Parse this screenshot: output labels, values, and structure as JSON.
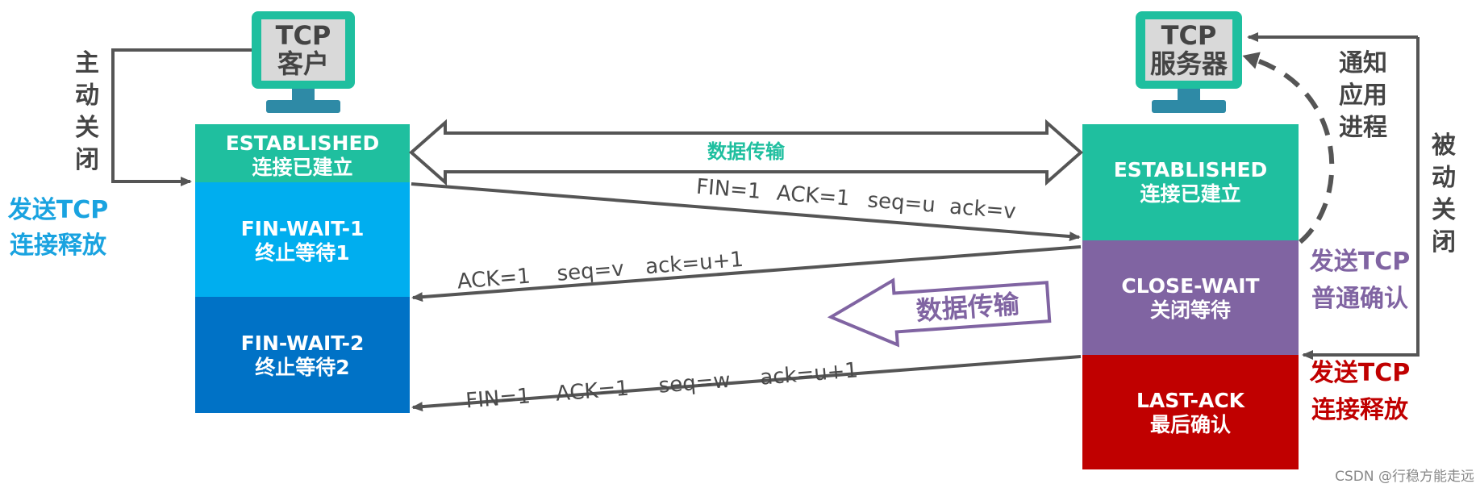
{
  "client": {
    "line1": "TCP",
    "line2": "客户"
  },
  "server": {
    "line1": "TCP",
    "line2": "服务器"
  },
  "client_states": [
    {
      "en": "ESTABLISHED",
      "zh": "连接已建立",
      "color": "#1fbf9f"
    },
    {
      "en": "FIN-WAIT-1",
      "zh": "终止等待1",
      "color": "#00aeef"
    },
    {
      "en": "FIN-WAIT-2",
      "zh": "终止等待2",
      "color": "#0072c6"
    }
  ],
  "server_states": [
    {
      "en": "ESTABLISHED",
      "zh": "连接已建立",
      "color": "#1fbf9f"
    },
    {
      "en": "CLOSE-WAIT",
      "zh": "关闭等待",
      "color": "#8064a2"
    },
    {
      "en": "LAST-ACK",
      "zh": "最后确认",
      "color": "#c00000"
    }
  ],
  "data_transfer_top": "数据传输",
  "data_transfer_mid": "数据传输",
  "messages": {
    "fin1": [
      "FIN=1",
      "ACK=1",
      "seq=u",
      "ack=v"
    ],
    "ack1": [
      "ACK=1",
      "seq=v",
      "ack=u+1"
    ],
    "fin2": [
      "FIN=1",
      "ACK=1",
      "seq=w",
      "ack=u+1"
    ]
  },
  "labels": {
    "active_close": [
      "主",
      "动",
      "关",
      "闭"
    ],
    "send_release_client": [
      "发送TCP",
      "连接释放"
    ],
    "notify_app": [
      "通知",
      "应用",
      "进程"
    ],
    "passive_close": [
      "被",
      "动",
      "关",
      "闭"
    ],
    "send_ack": [
      "发送TCP",
      "普通确认"
    ],
    "send_release_server": [
      "发送TCP",
      "连接释放"
    ]
  },
  "colors": {
    "teal": "#1fbf9f",
    "cyan_text": "#1aa3e0",
    "purple": "#8064a2",
    "red": "#c00000",
    "arrow": "#555555"
  },
  "watermark": "CSDN @行稳方能走远"
}
